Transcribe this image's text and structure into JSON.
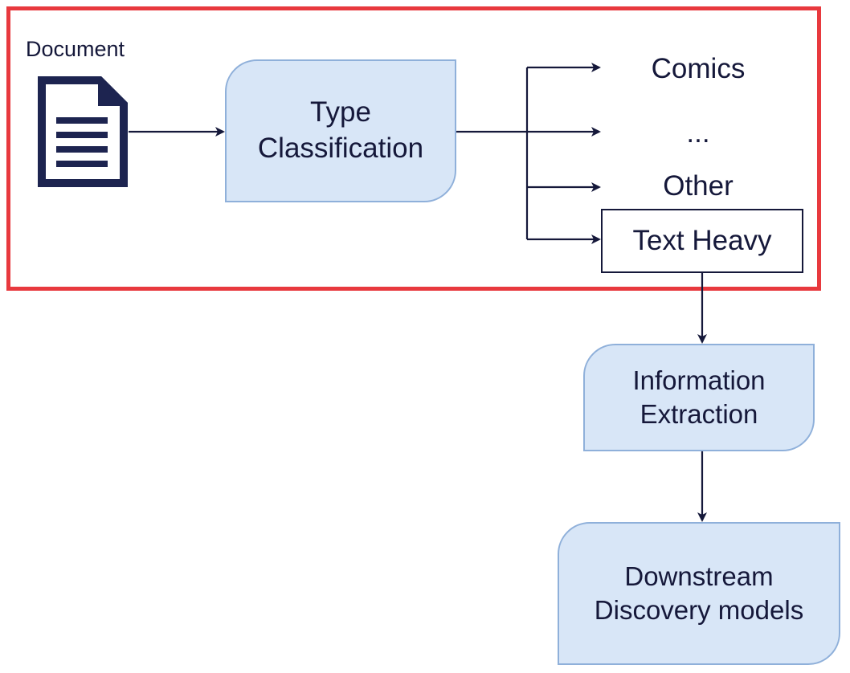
{
  "diagram": {
    "document_label": "Document",
    "type_classification": {
      "line1": "Type",
      "line2": "Classification"
    },
    "outputs": {
      "comics": "Comics",
      "ellipsis": "...",
      "other": "Other",
      "text_heavy": "Text Heavy"
    },
    "information_extraction": {
      "line1": "Information",
      "line2": "Extraction"
    },
    "downstream_discovery": {
      "line1": "Downstream",
      "line2": "Discovery models"
    },
    "icons": {
      "document": "document-icon"
    },
    "colors": {
      "highlight_border": "#e8393e",
      "process_fill": "#d8e6f7",
      "process_border": "#8fb0da",
      "ink": "#15183a"
    }
  }
}
